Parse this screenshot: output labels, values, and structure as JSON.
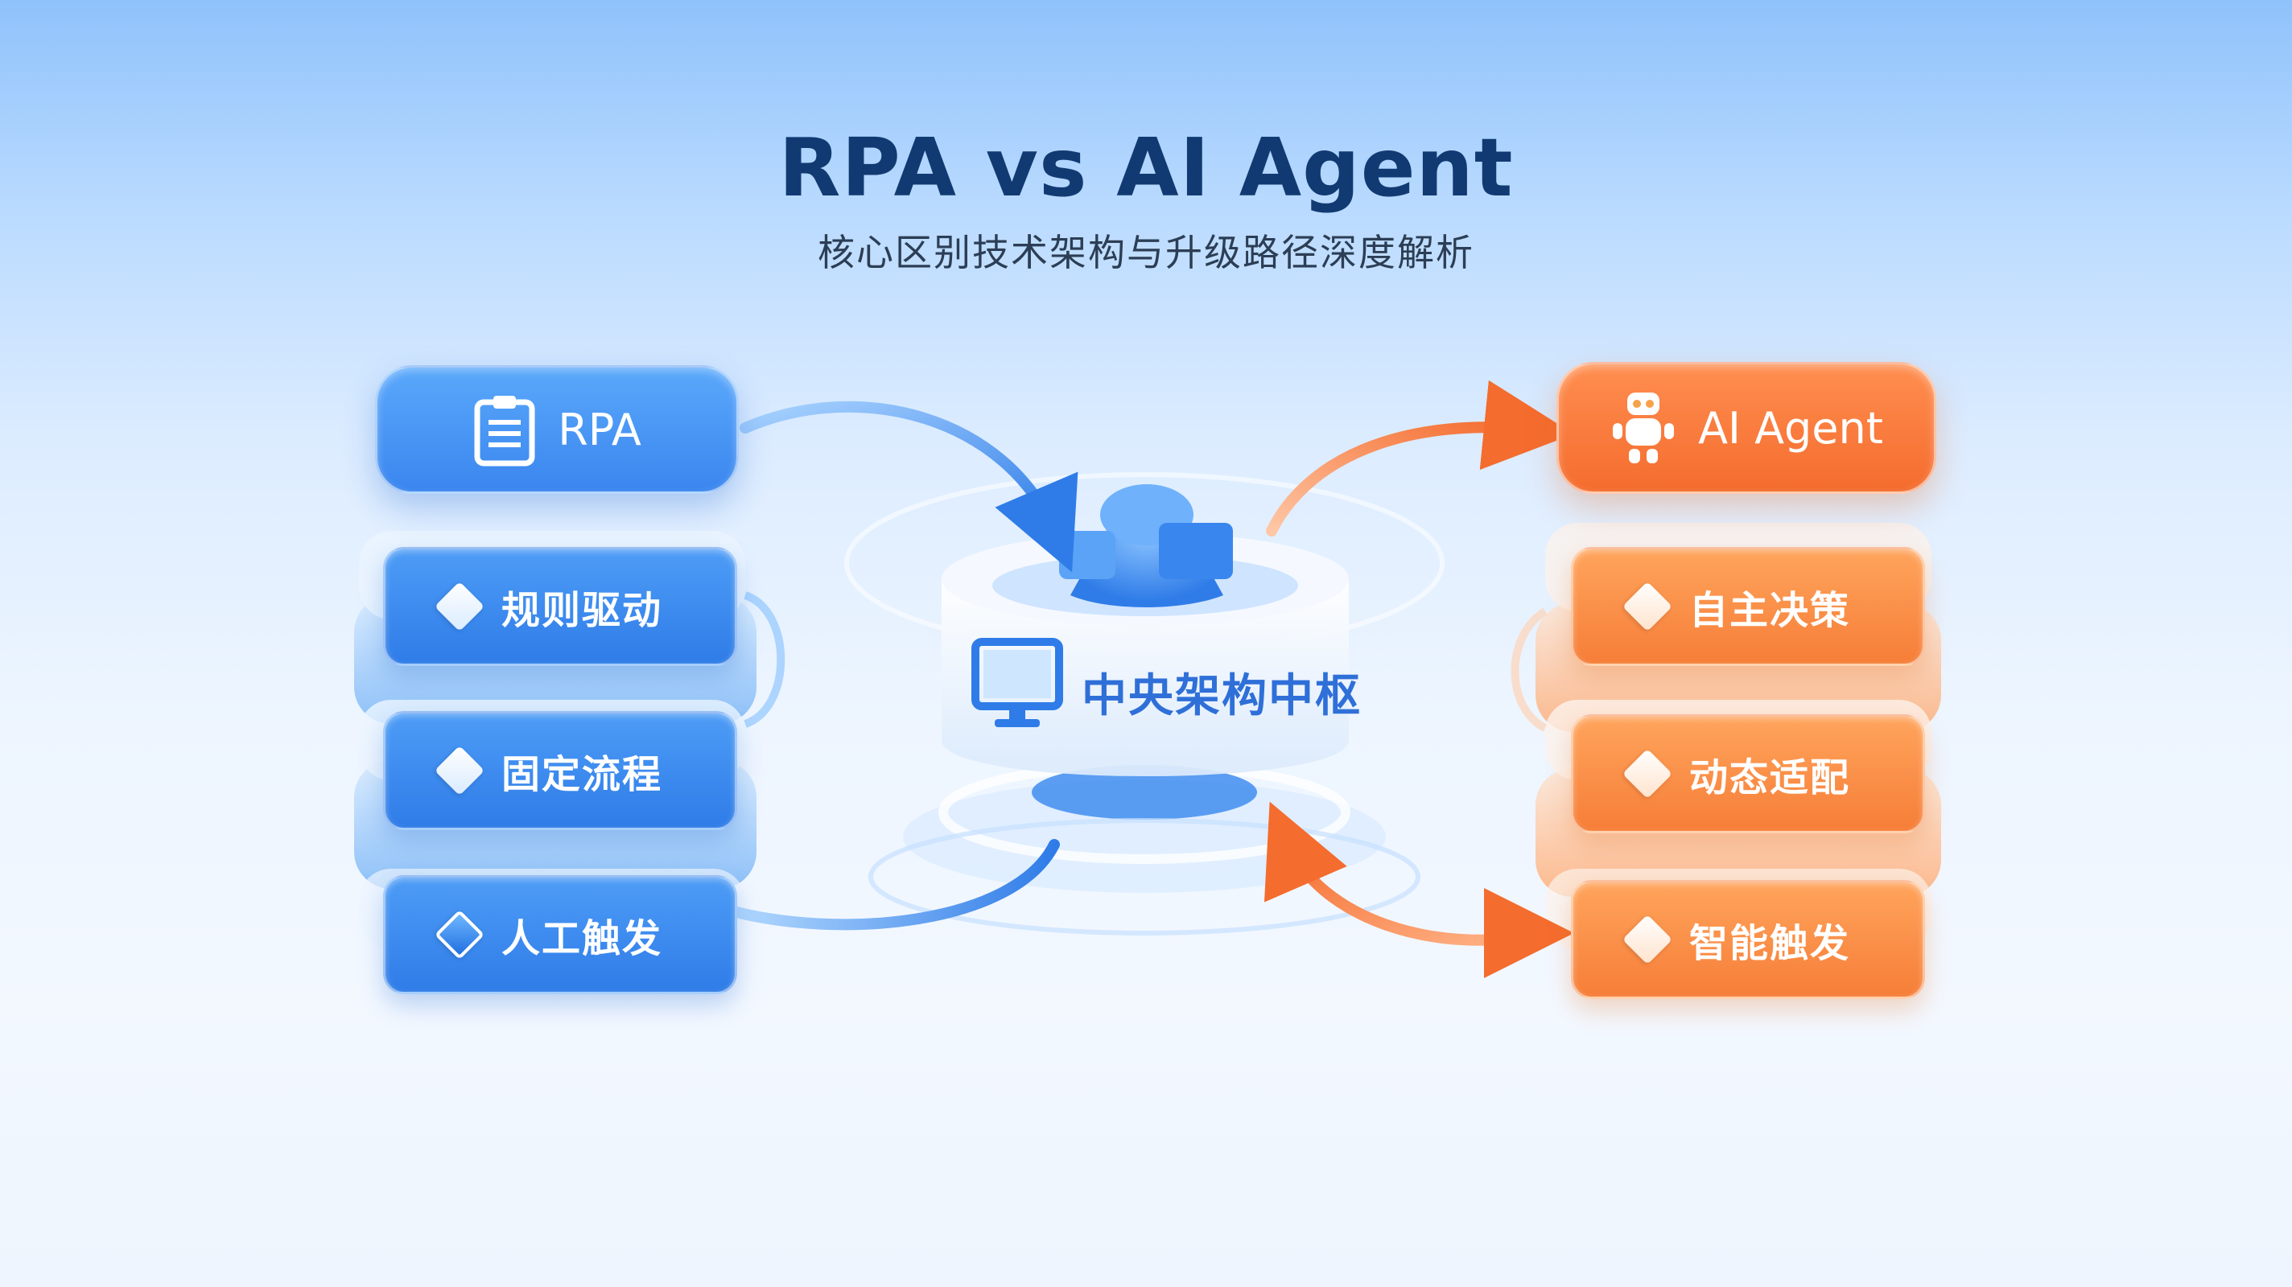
{
  "title": "RPA vs AI Agent",
  "subtitle": "核心区别技术架构与升级路径深度解析",
  "rpa": {
    "header_label": "RPA",
    "header_icon": "clipboard-icon",
    "items": [
      {
        "label": "规则驱动",
        "icon": "diamond-icon"
      },
      {
        "label": "固定流程",
        "icon": "diamond-icon"
      },
      {
        "label": "人工触发",
        "icon": "diamond-icon"
      }
    ],
    "color": "#3a86ef"
  },
  "agent": {
    "header_label": "AI Agent",
    "header_icon": "robot-icon",
    "items": [
      {
        "label": "自主决策",
        "icon": "diamond-icon"
      },
      {
        "label": "动态适配",
        "icon": "diamond-icon"
      },
      {
        "label": "智能触发",
        "icon": "diamond-icon"
      }
    ],
    "color": "#f46c2e"
  },
  "hub": {
    "label": "中央架构中枢",
    "icon": "monitor-icon"
  }
}
